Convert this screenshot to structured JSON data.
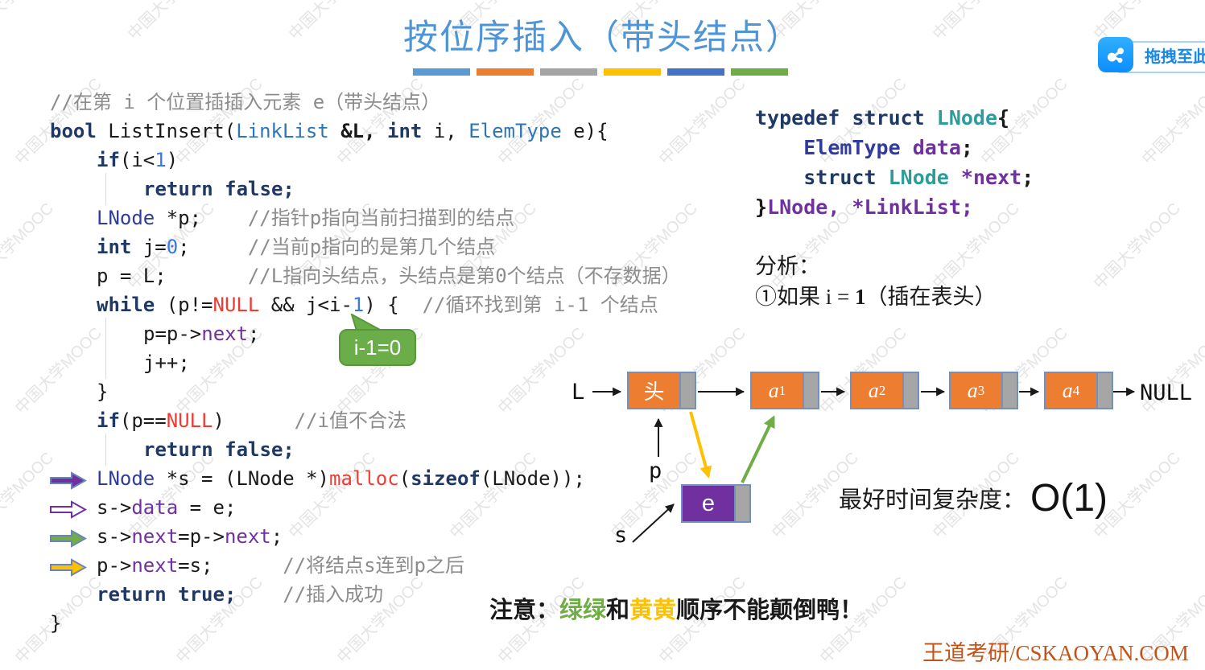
{
  "title": "按位序插入（带头结点）",
  "title_bars": [
    "#5B9BD5",
    "#ED7D31",
    "#A5A5A5",
    "#FFC000",
    "#4472C4",
    "#70AD47"
  ],
  "badge": {
    "label": "拖拽至此上"
  },
  "watermark": {
    "text": "中国大学MOOC"
  },
  "palette": {
    "title_blue": "#4E95D7",
    "node_fill": "#ED7D31",
    "node_pointer": "#A6A6A6",
    "node_border": "#7191BE",
    "new_node_fill": "#7030A0",
    "arrow_green": "#70AD47",
    "arrow_yellow": "#FFC000",
    "keyword_navy": "#1F3864",
    "literal_red": "#F03B30",
    "member_purple": "#7030A0",
    "footer_orange": "#C4531A"
  },
  "code": {
    "lines": [
      {
        "indent": 0,
        "segs": [
          {
            "t": "//在第 i 个位置插插入元素 e（带头结点）",
            "c": "cm"
          }
        ]
      },
      {
        "indent": 0,
        "segs": [
          {
            "t": "bool",
            "c": "kw"
          },
          {
            "t": " ListInsert(",
            "c": "pl"
          },
          {
            "t": "LinkList",
            "c": "ty"
          },
          {
            "t": " &L, ",
            "c": "plb"
          },
          {
            "t": "int",
            "c": "kw"
          },
          {
            "t": " i, ",
            "c": "pl"
          },
          {
            "t": "ElemType",
            "c": "ty"
          },
          {
            "t": " e){",
            "c": "pl"
          }
        ]
      },
      {
        "indent": 1,
        "segs": [
          {
            "t": "if",
            "c": "kw"
          },
          {
            "t": "(i<",
            "c": "pl"
          },
          {
            "t": "1",
            "c": "nu"
          },
          {
            "t": ")",
            "c": "pl"
          }
        ]
      },
      {
        "indent": 2,
        "guide": true,
        "segs": [
          {
            "t": "return false;",
            "c": "kw"
          }
        ]
      },
      {
        "indent": 1,
        "segs": [
          {
            "t": "LNode",
            "c": "tn"
          },
          {
            "t": " *p;    ",
            "c": "pl"
          },
          {
            "t": "//指针p指向当前扫描到的结点",
            "c": "cm"
          }
        ]
      },
      {
        "indent": 1,
        "segs": [
          {
            "t": "int",
            "c": "kw"
          },
          {
            "t": " j=",
            "c": "pl"
          },
          {
            "t": "0",
            "c": "nu"
          },
          {
            "t": ";     ",
            "c": "pl"
          },
          {
            "t": "//当前p指向的是第几个结点",
            "c": "cm"
          }
        ]
      },
      {
        "indent": 1,
        "segs": [
          {
            "t": "p = L;       ",
            "c": "pl"
          },
          {
            "t": "//L指向头结点，头结点是第0个结点（不存数据）",
            "c": "cm"
          }
        ]
      },
      {
        "indent": 1,
        "segs": [
          {
            "t": "while",
            "c": "kw"
          },
          {
            "t": " (p!=",
            "c": "pl"
          },
          {
            "t": "NULL",
            "c": "rd"
          },
          {
            "t": " && j<i-",
            "c": "pl"
          },
          {
            "t": "1",
            "c": "nu"
          },
          {
            "t": ") {  ",
            "c": "pl"
          },
          {
            "t": "//循环找到第 i-1 个结点",
            "c": "cm"
          }
        ]
      },
      {
        "indent": 2,
        "guide": true,
        "segs": [
          {
            "t": "p=p->",
            "c": "pl"
          },
          {
            "t": "next",
            "c": "pu"
          },
          {
            "t": ";",
            "c": "pl"
          }
        ]
      },
      {
        "indent": 2,
        "guide": true,
        "segs": [
          {
            "t": "j++;",
            "c": "pl"
          }
        ]
      },
      {
        "indent": 1,
        "segs": [
          {
            "t": "}",
            "c": "pl"
          }
        ]
      },
      {
        "indent": 1,
        "segs": [
          {
            "t": "if",
            "c": "kw"
          },
          {
            "t": "(p==",
            "c": "pl"
          },
          {
            "t": "NULL",
            "c": "rd"
          },
          {
            "t": ")      ",
            "c": "pl"
          },
          {
            "t": "//i值不合法",
            "c": "cm"
          }
        ]
      },
      {
        "indent": 2,
        "guide": true,
        "segs": [
          {
            "t": "return false;",
            "c": "kw"
          }
        ]
      },
      {
        "indent": 1,
        "arrow": "purple-solid",
        "segs": [
          {
            "t": "LNode",
            "c": "tn"
          },
          {
            "t": " *s = (LNode *)",
            "c": "pl"
          },
          {
            "t": "malloc",
            "c": "rd"
          },
          {
            "t": "(",
            "c": "pl"
          },
          {
            "t": "sizeof",
            "c": "kw"
          },
          {
            "t": "(LNode));",
            "c": "pl"
          }
        ]
      },
      {
        "indent": 1,
        "arrow": "purple-outline",
        "segs": [
          {
            "t": "s->",
            "c": "pl"
          },
          {
            "t": "data",
            "c": "pu"
          },
          {
            "t": " = e;",
            "c": "pl"
          }
        ]
      },
      {
        "indent": 1,
        "arrow": "green",
        "segs": [
          {
            "t": "s->",
            "c": "pl"
          },
          {
            "t": "next",
            "c": "pu"
          },
          {
            "t": "=p->",
            "c": "pl"
          },
          {
            "t": "next",
            "c": "pu"
          },
          {
            "t": ";",
            "c": "pl"
          }
        ]
      },
      {
        "indent": 1,
        "arrow": "yellow",
        "segs": [
          {
            "t": "p->",
            "c": "pl"
          },
          {
            "t": "next",
            "c": "pu"
          },
          {
            "t": "=s;      ",
            "c": "pl"
          },
          {
            "t": "//将结点s连到p之后",
            "c": "cm"
          }
        ]
      },
      {
        "indent": 1,
        "segs": [
          {
            "t": "return true;",
            "c": "kw"
          },
          {
            "t": "    ",
            "c": "pl"
          },
          {
            "t": "//插入成功",
            "c": "cm"
          }
        ]
      },
      {
        "indent": 0,
        "segs": [
          {
            "t": "}",
            "c": "pl"
          }
        ]
      }
    ]
  },
  "struct_code": {
    "lines": [
      {
        "indent": 0,
        "segs": [
          {
            "t": "typedef struct ",
            "c": "kw"
          },
          {
            "t": "LNode",
            "c": "tl"
          },
          {
            "t": "{",
            "c": "pl"
          }
        ]
      },
      {
        "indent": 0,
        "segs": [
          {
            "t": "    ",
            "c": "pl"
          },
          {
            "t": "ElemType",
            "c": "tn"
          },
          {
            "t": " ",
            "c": "pl"
          },
          {
            "t": "data",
            "c": "pu"
          },
          {
            "t": ";",
            "c": "pl"
          }
        ]
      },
      {
        "indent": 0,
        "segs": [
          {
            "t": "    ",
            "c": "pl"
          },
          {
            "t": "struct",
            "c": "kw"
          },
          {
            "t": " ",
            "c": "pl"
          },
          {
            "t": "LNode",
            "c": "tl"
          },
          {
            "t": " ",
            "c": "pl"
          },
          {
            "t": "*next",
            "c": "pu"
          },
          {
            "t": ";",
            "c": "pl"
          }
        ]
      },
      {
        "indent": 0,
        "segs": [
          {
            "t": "}",
            "c": "pl"
          },
          {
            "t": "LNode, *LinkList;",
            "c": "pu"
          }
        ]
      }
    ]
  },
  "bubble": {
    "text": "i-1=0"
  },
  "analysis": {
    "heading": "分析：",
    "line2_pre": "①如果 i = ",
    "line2_bold": "1",
    "line2_post": "（插在表头）"
  },
  "diagram": {
    "l_label": "L",
    "p_label": "p",
    "s_label": "s",
    "null_label": "NULL",
    "nodes": [
      {
        "label": "头",
        "sub": ""
      },
      {
        "label": "a",
        "sub": "1"
      },
      {
        "label": "a",
        "sub": "2"
      },
      {
        "label": "a",
        "sub": "3"
      },
      {
        "label": "a",
        "sub": "4"
      }
    ],
    "new_node": {
      "label": "e"
    }
  },
  "complexity": {
    "prefix": "最好时间复杂度：",
    "value": "O(1)"
  },
  "note": {
    "prefix": "注意：",
    "green": "绿绿",
    "mid": "和",
    "yellow": "黄黄",
    "suffix": "顺序不能颠倒鸭！"
  },
  "footer": {
    "text": "王道考研/CSKAOYAN.COM"
  }
}
